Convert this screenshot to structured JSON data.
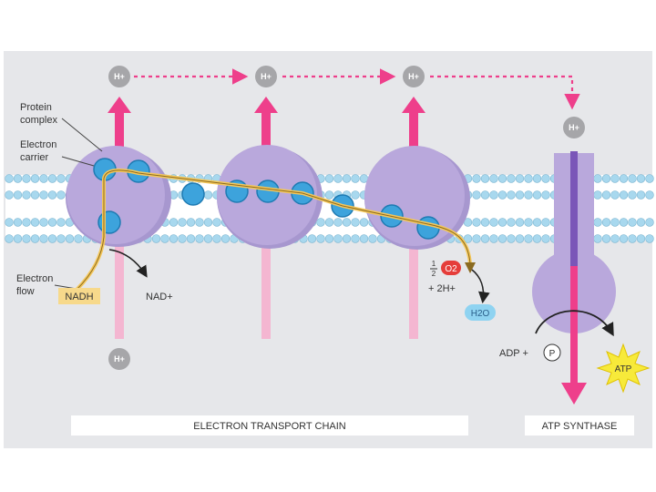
{
  "proton": "H+",
  "labels": {
    "protein_complex": [
      "Protein",
      "complex"
    ],
    "electron_carrier": [
      "Electron",
      "carrier"
    ],
    "electron_flow": [
      "Electron",
      "flow"
    ],
    "nadh": "NADH",
    "nad": "NAD+",
    "half": [
      "1",
      "2"
    ],
    "o2": "O2",
    "two_h": "+ 2H+",
    "h2o": "H2O",
    "adp": "ADP +",
    "pi": "P",
    "atp": "ATP"
  },
  "captions": {
    "etc": "ELECTRON TRANSPORT CHAIN",
    "atp_synthase": "ATP SYNTHASE"
  },
  "colors": {
    "background": "#e6e7ea",
    "membrane_head": "#a8d8ee",
    "protein": "#b9a8dc",
    "carrier": "#3da3dc",
    "pink_arrow": "#ee3f8b",
    "electron_path": "#f5c85c",
    "nadh_box": "#f7d98b",
    "o2_badge": "#e53d3a",
    "h2o": "#8fd3f1",
    "atp_star": "#f7ea3a"
  }
}
